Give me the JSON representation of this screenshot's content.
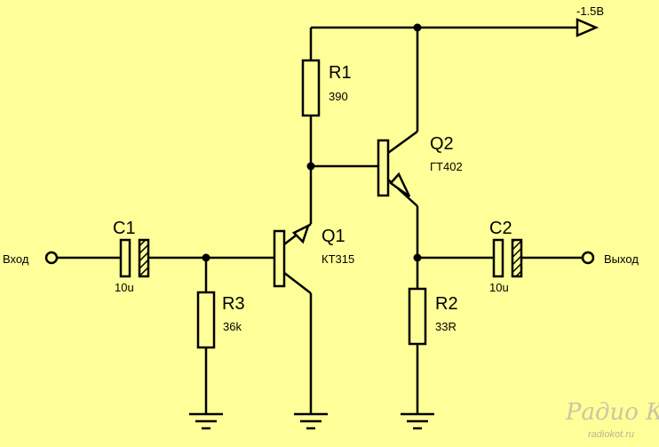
{
  "supply": {
    "label": "-1.5В"
  },
  "ports": {
    "input": "Вход",
    "output": "Выход"
  },
  "components": {
    "R1": {
      "ref": "R1",
      "value": "390"
    },
    "R2": {
      "ref": "R2",
      "value": "33R"
    },
    "R3": {
      "ref": "R3",
      "value": "36k"
    },
    "C1": {
      "ref": "C1",
      "value": "10u"
    },
    "C2": {
      "ref": "C2",
      "value": "10u"
    },
    "Q1": {
      "ref": "Q1",
      "value": "КТ315"
    },
    "Q2": {
      "ref": "Q2",
      "value": "ГТ402"
    }
  },
  "watermark": {
    "logo": "Радио КОТ",
    "site": "radiokot.ru"
  },
  "colors": {
    "background": "#ffff99",
    "line": "#000000",
    "watermark": "#c9c7a3"
  }
}
